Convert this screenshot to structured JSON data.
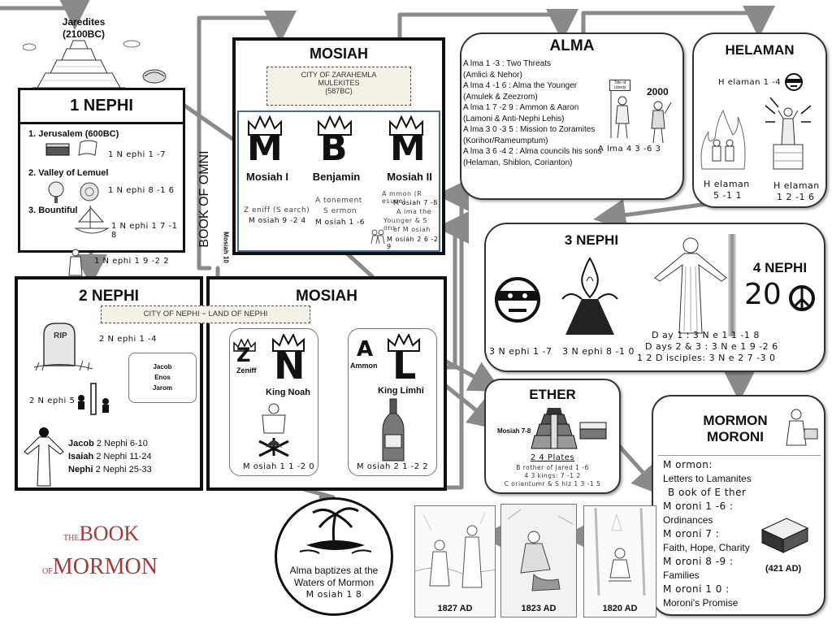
{
  "jaredites": {
    "title": "Jaredites",
    "date": "(2100BC)"
  },
  "nephi1": {
    "title": "1 NEPHI",
    "items": [
      {
        "label": "1. Jerusalem (600BC)",
        "ref": "1 N ephi 1 -7"
      },
      {
        "label": "2. Valley of Lemuel",
        "ref": "1 N ephi 8 -1 6"
      },
      {
        "label": "3. Bountiful",
        "ref": "1 N ephi 1 7 -1 8"
      }
    ],
    "bottom_ref": "1 N ephi 1 9 -2 2"
  },
  "omni": {
    "label": "BOOK OF OMNI",
    "mosiah10": "Mosiah 10"
  },
  "mosiah_top": {
    "title": "MOSIAH",
    "scroll": [
      "CITY OF ZARAHEMLA",
      "MULEKITES",
      "(587BC)"
    ],
    "kings": [
      {
        "letter": "M",
        "name": "Mosiah I",
        "notes": [
          "Z eniff (S earch)",
          "M osiah 9 -2 4"
        ]
      },
      {
        "letter": "B",
        "name": "Benjamin",
        "notes": [
          "A tonement",
          "S ermon",
          "M osiah 1 -6"
        ]
      },
      {
        "letter": "M",
        "name": "Mosiah II",
        "notes": [
          "A mmon (R esuce)",
          "M osiah 7 -8",
          "A lma the",
          "Younger & S ons",
          "of M osiah",
          "M osiah 2 6 -2 9"
        ]
      }
    ]
  },
  "alma": {
    "title": "ALMA",
    "lines": [
      "A lma 1 -3 : Two Threats",
      "(Amlici & Nehor)",
      "A lma 4 -1 6 : Alma the Younger",
      "(Amulek & Zeezrom)",
      "A lma 1 7 -2 9 : Ammon & Aaron",
      "(Lamoni & Anti-Nephi Lehis)",
      "A lma 3 0 -3 5 : Mission to Zoramites",
      "(Korihor/Rameumptum)",
      "A lma 3 6 -4 2 : Alma councils his sons",
      "(Helaman, Shiblon, Corianton)"
    ],
    "sign": "Title of Liberty",
    "number": "2000",
    "ref": "A lma 4 3 -6 3"
  },
  "helaman": {
    "title": "HELAMAN",
    "top_ref": "H elaman 1 -4",
    "ref_left": [
      "H elaman",
      "5 -1 1"
    ],
    "ref_right": [
      "H elaman",
      "1 2 -1 6"
    ]
  },
  "nephi3": {
    "title": "3 NEPHI",
    "refs": [
      "3 N ephi 1 -7",
      "3 N ephi 8 -1 0"
    ],
    "jesus_refs": [
      "D ay 1 : 3 N e 1 1 -1 8",
      "D ays 2 & 3 : 3 N e 1 9 -2 6",
      "1 2 D isciples: 3 N e 2 7 -3 0"
    ]
  },
  "nephi4": {
    "title": "4 NEPHI",
    "big": "20",
    "peace_icon": "peace-icon"
  },
  "nephi2": {
    "title": "2 NEPHI",
    "scroll": "CITY OF NEPHI ~ LAND OF NEPHI",
    "ref1": "2 N ephi 1 -4",
    "ref2": "2 N ephi 5",
    "names": [
      "Jacob",
      "Enos",
      "Jarom"
    ],
    "grave_text": "RIP",
    "list": [
      {
        "name": "Jacob",
        "ref": "2 Nephi 6-10"
      },
      {
        "name": "Isaiah",
        "ref": "2 Nephi 11-24"
      },
      {
        "name": "Nephi",
        "ref": "2 Nephi 25-33"
      }
    ]
  },
  "mosiah_bottom": {
    "title": "MOSIAH",
    "left": {
      "letter1": "Z",
      "label1": "Zeniff",
      "letter2": "N",
      "label2": "King Noah",
      "ref": "M osiah 1 1 -2 0"
    },
    "right": {
      "letter1": "A",
      "label1": "Ammon",
      "letter2": "L",
      "label2": "King Limhi",
      "ref": "M osiah 2 1 -2 2"
    }
  },
  "ether": {
    "title": "ETHER",
    "mosiah_label": "Mosiah 7-8",
    "plates": "2 4 Plates",
    "lines": [
      "B rother of Jared 1 -6",
      "4 3 kings: 7 -1 2",
      "C oriantumr & S hiz 1 3 -1 5"
    ]
  },
  "mormon": {
    "title": [
      "MORMON",
      "MORONI"
    ],
    "lines": [
      "M ormon:",
      "Letters to Lamanites",
      " B ook of E ther",
      "M oroni 1 -6 :",
      "Ordinances",
      "M oroni 7 :",
      "Faith, Hope, Charity",
      "M oroni 8 -9 :",
      "Families",
      "M oroni 1 0 :",
      "Moroni’s Promise"
    ],
    "date": "(421 AD)"
  },
  "waters": {
    "lines": [
      "Alma baptizes at the",
      "Waters of Mormon",
      "M osiah 1 8"
    ]
  },
  "restoration": [
    "1827 AD",
    "1823 AD",
    "1820 AD"
  ],
  "logo": {
    "the": "THE",
    "book": "BOOK",
    "of": "OF",
    "mormon": "MORMON"
  },
  "colors": {
    "arrow": "#8a8a8a",
    "logo_red": "#9e3b3b",
    "scroll_bg": "#f4f1e6"
  }
}
